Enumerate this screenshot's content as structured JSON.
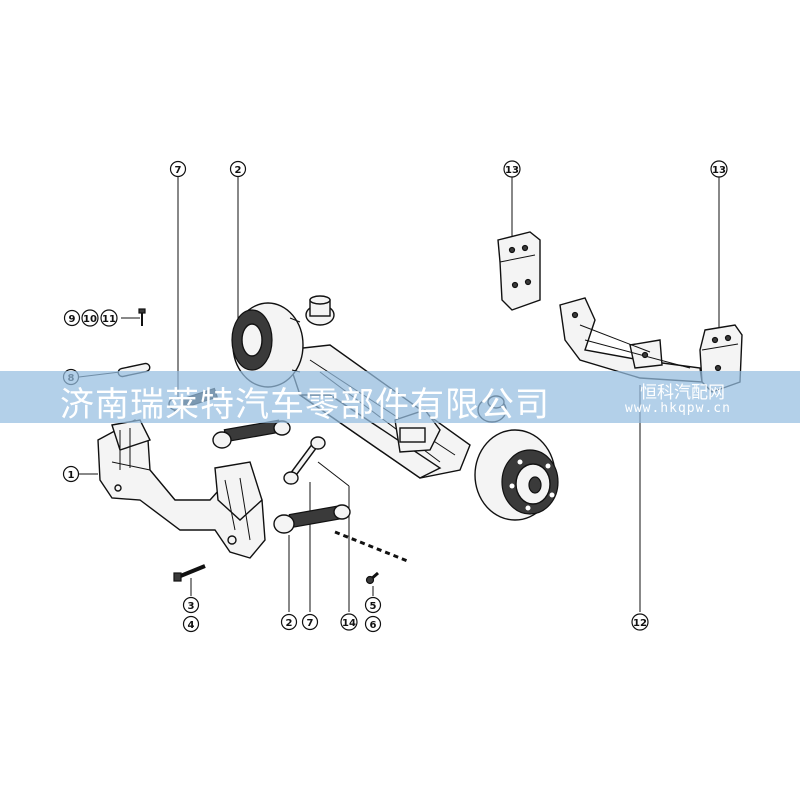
{
  "diagram": {
    "callouts": {
      "c7_top": "7",
      "c2_top": "2",
      "c13_left": "13",
      "c13_right": "13",
      "c9": "9",
      "c10": "10",
      "c11": "11",
      "c8": "8",
      "c1": "1",
      "c3": "3",
      "c4": "4",
      "c2_bottom": "2",
      "c7_bottom": "7",
      "c14": "14",
      "c5": "5",
      "c6": "6",
      "c12": "12"
    }
  },
  "watermark": {
    "main": "济南瑞莱特汽车零部件有限公司",
    "title": "恒科汽配网",
    "url": "www.hkqpw.cn"
  }
}
